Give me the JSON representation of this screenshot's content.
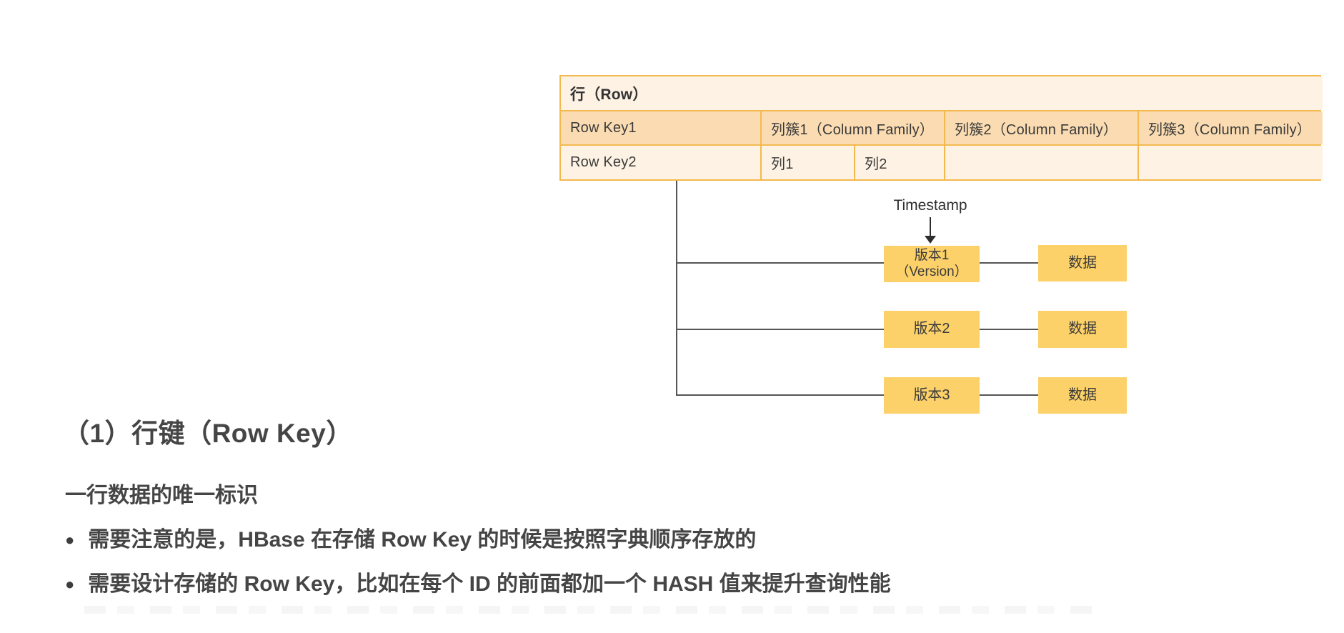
{
  "diagram": {
    "table": {
      "header": "行（Row）",
      "row1": {
        "key": "Row Key1",
        "cf1": "列簇1（Column Family）",
        "cf2": "列簇2（Column Family）",
        "cf3": "列簇3（Column Family）"
      },
      "row2": {
        "key": "Row Key2",
        "col1": "列1",
        "col2": "列2",
        "cf2_cell": "",
        "cf3_cell": ""
      }
    },
    "timestamp_label": "Timestamp",
    "versions": [
      {
        "label": "版本1",
        "sublabel": "（Version）",
        "data_label": "数据"
      },
      {
        "label": "版本2",
        "data_label": "数据"
      },
      {
        "label": "版本3",
        "data_label": "数据"
      }
    ],
    "colors": {
      "table_border": "#f3b94e",
      "cell_light": "#fdf2e3",
      "cell_highlight": "#fbdcb2",
      "node_fill": "#fcd169",
      "connector_line": "#555555"
    }
  },
  "content": {
    "heading": "（1）行键（Row Key）",
    "intro": "一行数据的唯一标识",
    "bullet_marker": "●",
    "bullets": [
      "需要注意的是，HBase 在存储 Row Key 的时候是按照字典顺序存放的",
      "需要设计存储的 Row Key，比如在每个 ID 的前面都加一个 HASH 值来提升查询性能"
    ]
  }
}
